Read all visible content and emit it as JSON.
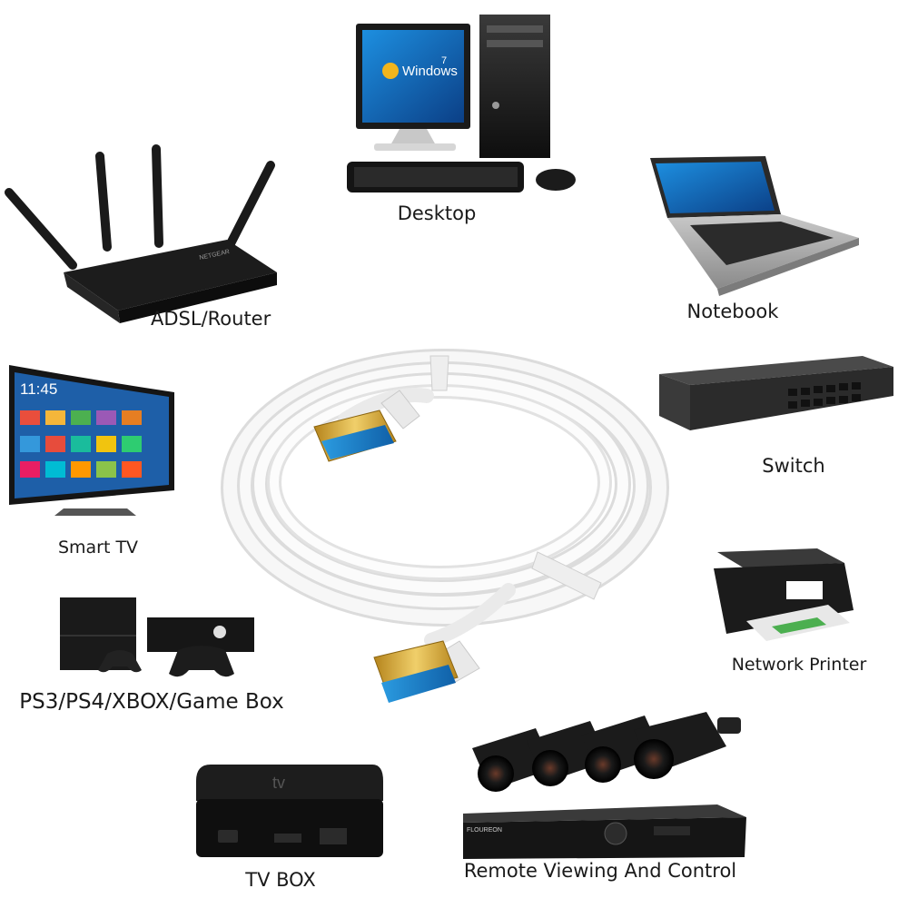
{
  "devices": [
    {
      "id": "desktop",
      "label": "Desktop"
    },
    {
      "id": "adsl-router",
      "label": "ADSL/Router"
    },
    {
      "id": "notebook",
      "label": "Notebook"
    },
    {
      "id": "smart-tv",
      "label": "Smart TV"
    },
    {
      "id": "switch",
      "label": "Switch"
    },
    {
      "id": "network-printer",
      "label": "Network Printer"
    },
    {
      "id": "game-box",
      "label": "PS3/PS4/XBOX/Game Box"
    },
    {
      "id": "tv-box",
      "label": "TV BOX"
    },
    {
      "id": "remote-viewing",
      "label": "Remote Viewing And Control"
    }
  ],
  "screen_text": {
    "windows_logo": "Windows",
    "windows_version": "7",
    "tv_clock": "11:45",
    "router_brand": "NETGEAR",
    "appletv_mark": "tv",
    "dvr_brand": "FLOUREON"
  },
  "colors": {
    "cable": "#f4f4f4",
    "connector_gold": "#d8a832",
    "connector_blue": "#1f7fc8",
    "device_dark": "#1c1c1c"
  }
}
